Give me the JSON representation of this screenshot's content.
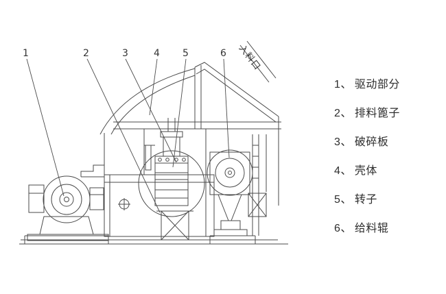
{
  "diagram": {
    "inlet_label": "入料口",
    "callouts": {
      "c1": "1",
      "c2": "2",
      "c3": "3",
      "c4": "4",
      "c5": "5",
      "c6": "6"
    },
    "line_color": "#4a4a4a"
  },
  "legend": {
    "items": [
      {
        "num": "1、",
        "label": "驱动部分"
      },
      {
        "num": "2、",
        "label": "排料篦子"
      },
      {
        "num": "3、",
        "label": "破碎板"
      },
      {
        "num": "4、",
        "label": "壳体"
      },
      {
        "num": "5、",
        "label": "转子"
      },
      {
        "num": "6、",
        "label": "给料辊"
      }
    ]
  }
}
